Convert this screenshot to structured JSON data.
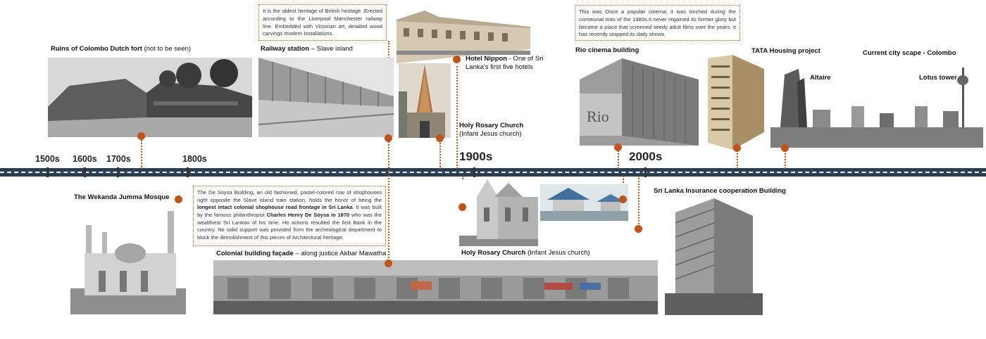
{
  "timeline": {
    "decades": [
      "1500s",
      "1600s",
      "1700s",
      "1800s",
      "1900s",
      "2000s"
    ]
  },
  "labels": {
    "dutch_fort": {
      "title": "Ruins of Colombo Dutch fort",
      "rest": " (not to be seen)"
    },
    "railway": {
      "title": "Railway station",
      "rest": " – Slave island"
    },
    "hotel_nippon": {
      "title": "Hotel Nippon",
      "rest": " - One of Sri",
      "line2": "Lanka's first five hotels"
    },
    "holy_rosary_top": {
      "title": "Holy Rosary Church",
      "line2": "(Infant Jesus church)"
    },
    "rio": {
      "title": "Rio cinema building"
    },
    "tata": {
      "title": "TATA Housing project"
    },
    "cityscape": {
      "title": "Current city scape - Colombo"
    },
    "altaire": {
      "title": "Altaire"
    },
    "lotus": {
      "title": "Lotus tower"
    },
    "mosque": {
      "title": "The Wekanda  Jumma Mosque"
    },
    "colonial": {
      "title": "Colonial building façade",
      "rest": " – along justice Akbar Mawatha"
    },
    "holy_rosary_bottom": {
      "title": "Holy Rosary Church",
      "rest": " (Infant Jesus church)"
    },
    "insurance": {
      "title": "Sri Lanka Insurance cooperation  Building"
    }
  },
  "info_boxes": {
    "railway": "It is the oldest heritage of British heritage .Erected according to the Liverpool Manchester railway line. Embedded with Victorian art, detailed wood carvings modern Installations.",
    "rio": "This was Once a popular cinema; it was torched during the communal riots of the 1980s.It never regained its former glory but became a place that screened seedy adult films over the years. It has recently stopped its daily shows.",
    "de_soysa": {
      "p1": "The De Soysa Building, an old fashioned, pastel-colored row of shophouses right opposite the Slave island train station, holds the honor of being the ",
      "b1": "longest intact colonial shophouse road frontage in Sri Lanka",
      "p2": ". It was built by the famous philanthropist ",
      "b2": "Charles Henry De Soysa in 1870",
      "p3": " who was the wealthiest Sri Lankan of his time. He actions resulted the first Bank in the country. No solid support was provided from the archeological department to block the demolishment of this pieces of Architectural heritage."
    }
  },
  "photo_sign": "Rio",
  "colors": {
    "accent": "#c0531a",
    "timeline": "#2c3e55"
  }
}
